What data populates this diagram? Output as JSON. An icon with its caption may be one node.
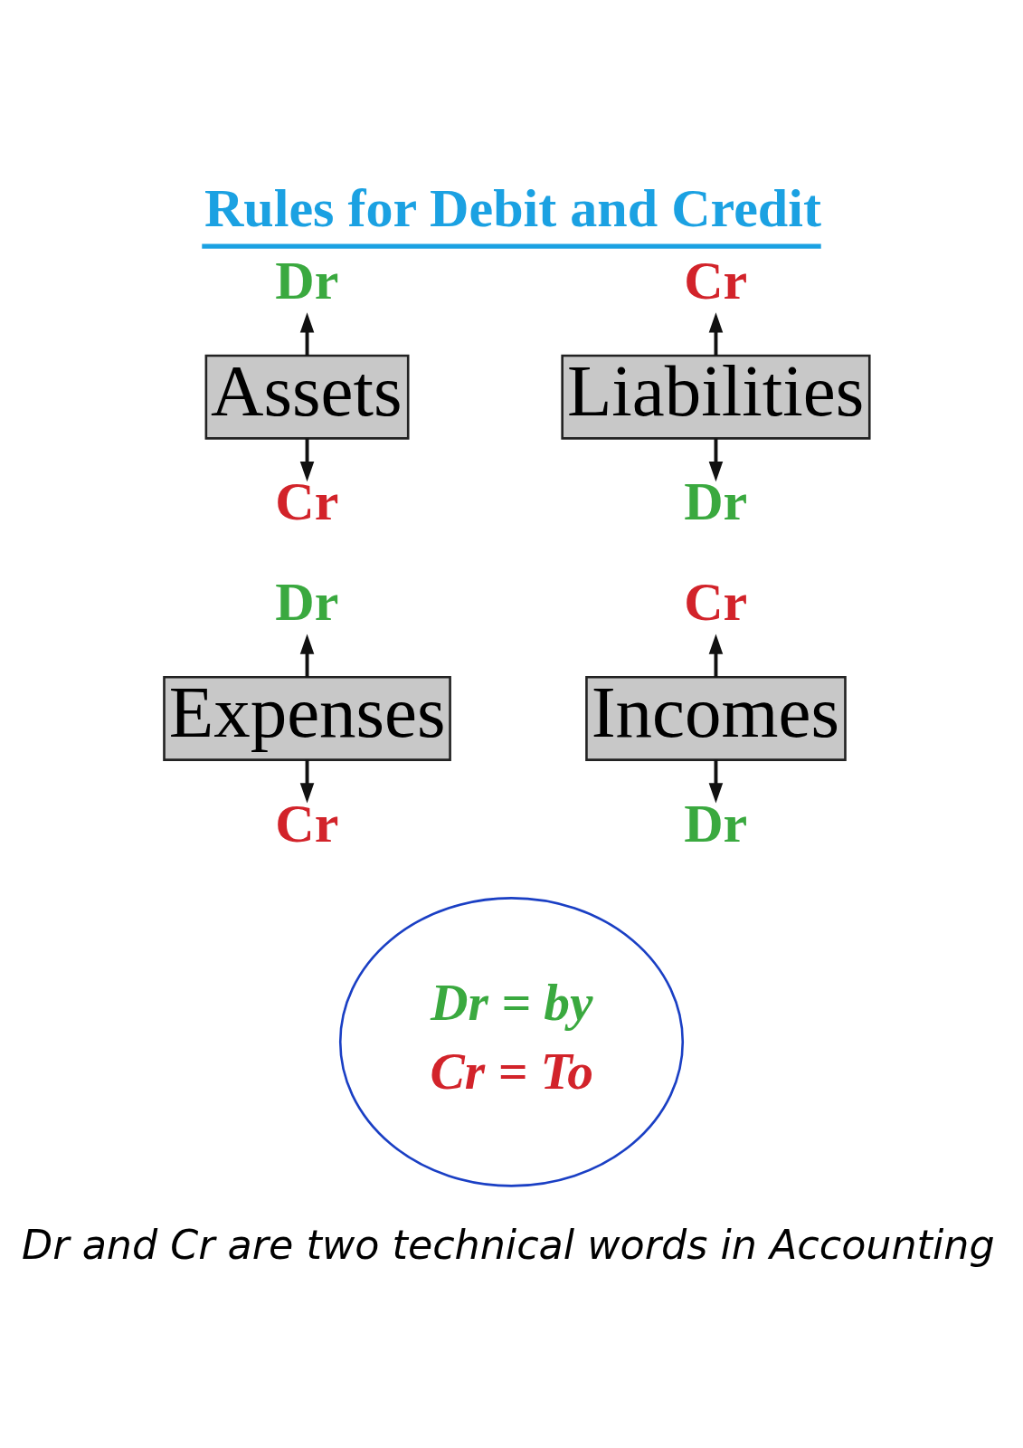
{
  "diagram": {
    "title": "Rules for Debit and Credit",
    "caption": "Dr and Cr are two technical words in Accounting",
    "nodes": [
      {
        "text": [
          "Dr"
        ]
      },
      {
        "text": [
          "Cr"
        ]
      },
      {
        "text": [
          "Assets"
        ]
      },
      {
        "text": [
          "Liabilities"
        ]
      },
      {
        "text": [
          "Cr"
        ]
      },
      {
        "text": [
          "Dr"
        ]
      },
      {
        "text": [
          "Dr"
        ]
      },
      {
        "text": [
          "Cr"
        ]
      },
      {
        "text": [
          "Expenses"
        ]
      },
      {
        "text": [
          "Incomes"
        ]
      },
      {
        "text": [
          "Cr"
        ]
      },
      {
        "text": [
          "Dr"
        ]
      },
      {
        "text": [
          "Dr = by",
          "Cr = To"
        ]
      }
    ],
    "edges": [
      {
        "from": 2,
        "to": 0,
        "arrow": "to"
      },
      {
        "from": 3,
        "to": 1,
        "arrow": "to"
      },
      {
        "from": 2,
        "to": 4,
        "arrow": "to"
      },
      {
        "from": 3,
        "to": 5,
        "arrow": "to"
      },
      {
        "from": 8,
        "to": 6,
        "arrow": "to"
      },
      {
        "from": 9,
        "to": 7,
        "arrow": "to"
      },
      {
        "from": 8,
        "to": 10,
        "arrow": "to"
      },
      {
        "from": 9,
        "to": 11,
        "arrow": "to"
      }
    ]
  }
}
